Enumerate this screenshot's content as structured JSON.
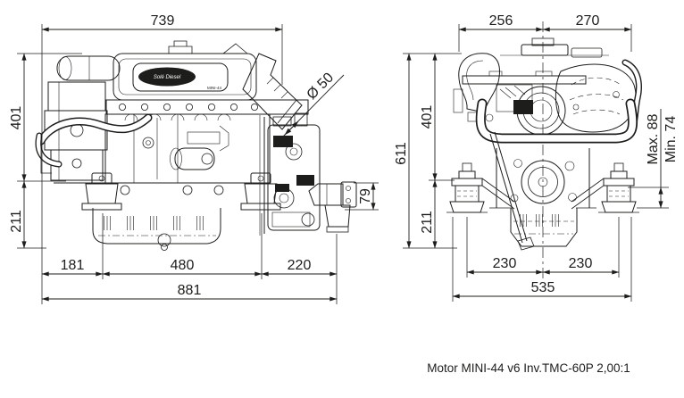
{
  "caption": "Motor MINI-44 v6 Inv.TMC-60P 2,00:1",
  "colors": {
    "line": "#1d1d1b",
    "background": "#ffffff"
  },
  "side_view": {
    "label": "engine side view",
    "dim_overall_top": "739",
    "dim_height_upper": "401",
    "dim_height_lower": "211",
    "dim_bottom_front": "181",
    "dim_bottom_mid": "480",
    "dim_bottom_rear": "220",
    "dim_overall_length": "881",
    "dim_exhaust_diameter": "Ø 50",
    "dim_output_flange_height": "79",
    "badge_brand": "Solé Diesel",
    "badge_model": "MINI-44"
  },
  "front_view": {
    "label": "engine front view",
    "dim_top_left": "256",
    "dim_top_right": "270",
    "dim_overall_height": "611",
    "dim_height_upper": "401",
    "dim_height_lower": "211",
    "dim_mount_left": "230",
    "dim_mount_right": "230",
    "dim_mount_span": "535",
    "dim_mount_max": "Max. 88",
    "dim_mount_min": "Min. 74"
  }
}
